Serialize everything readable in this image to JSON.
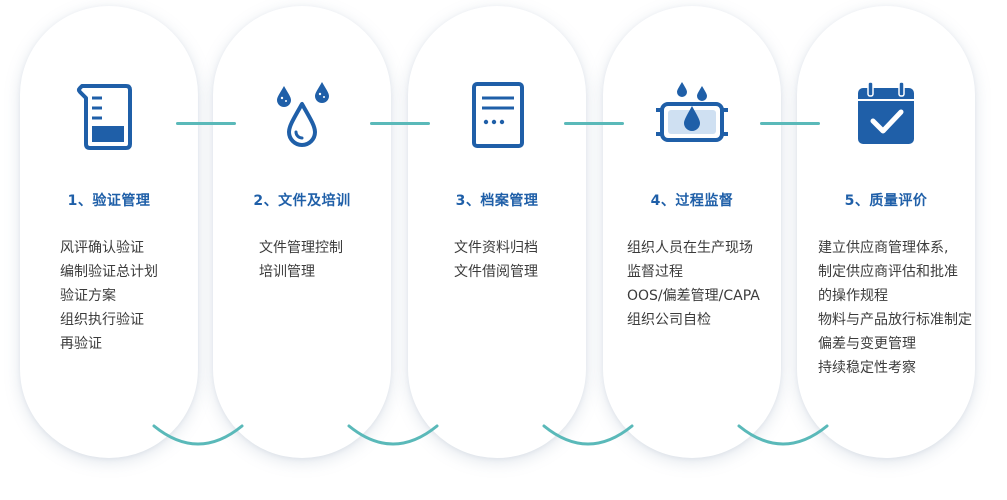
{
  "colors": {
    "accent": "#1f5fa8",
    "connector": "#5ab9b9",
    "text": "#3c3c3c"
  },
  "steps": [
    {
      "title": "1、验证管理",
      "icon": "beaker-icon",
      "items": [
        "风评确认验证",
        "编制验证总计划",
        "验证方案",
        "组织执行验证",
        "再验证"
      ]
    },
    {
      "title": "2、文件及培训",
      "icon": "water-drops-icon",
      "items": [
        "文件管理控制",
        "培训管理"
      ]
    },
    {
      "title": "3、档案管理",
      "icon": "document-icon",
      "items": [
        "文件资料归档",
        "文件借阅管理"
      ]
    },
    {
      "title": "4、过程监督",
      "icon": "tank-drop-icon",
      "items": [
        "组织人员在生产现场",
        "监督过程",
        "OOS/偏差管理/CAPA",
        "组织公司自检"
      ]
    },
    {
      "title": "5、质量评价",
      "icon": "calendar-check-icon",
      "items": [
        "建立供应商管理体系,",
        "制定供应商评估和批准",
        "的操作规程",
        "物料与产品放行标准制定",
        "偏差与变更管理",
        "持续稳定性考察"
      ]
    }
  ]
}
